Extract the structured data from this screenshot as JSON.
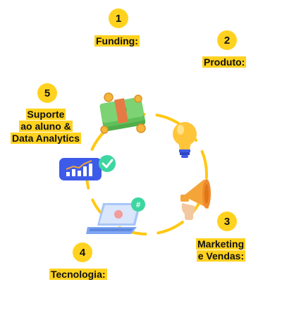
{
  "steps": [
    {
      "number": "1",
      "label": "Funding:"
    },
    {
      "number": "2",
      "label": "Produto:"
    },
    {
      "number": "3",
      "label_lines": [
        "Marketing",
        "e Vendas:"
      ]
    },
    {
      "number": "4",
      "label": "Tecnologia:"
    },
    {
      "number": "5",
      "label_lines": [
        "Suporte",
        "ao aluno &",
        "Data Analytics"
      ]
    }
  ],
  "icons": [
    "money-stack-icon",
    "lightbulb-icon",
    "megaphone-icon",
    "laptop-icon",
    "analytics-chart-icon"
  ],
  "colors": {
    "accent": "#FFD21F",
    "ring": "#FFC814",
    "chart_bg": "#3D5BE8",
    "check": "#3DD6A0",
    "money": "#5FC05A",
    "laptop": "#7EA6F2"
  }
}
